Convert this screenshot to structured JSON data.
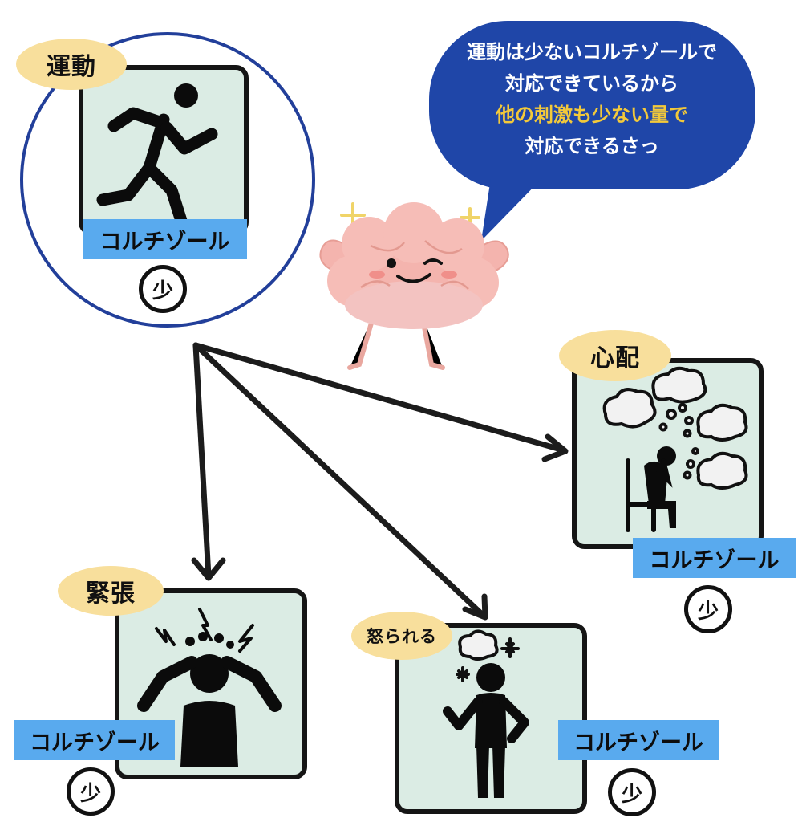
{
  "colors": {
    "card_bg": "#dbece4",
    "label_bg": "#59aaee",
    "tag_bg": "#f8df9c",
    "bubble_bg": "#1f46a8",
    "highlight_text": "#f3c93a",
    "circle_outline": "#223f9a",
    "brain_pink": "#f4b4ae"
  },
  "speech_bubble": {
    "line1": "運動は少ないコルチゾールで",
    "line2": "対応できているから",
    "line3": "他の刺激も少ない量で",
    "line4": "対応できるさっ"
  },
  "exercise": {
    "tag": "運動",
    "icon": "running-person-icon",
    "label": "コルチゾール",
    "badge": "少"
  },
  "worry": {
    "tag": "心配",
    "icon": "worried-person-icon",
    "label": "コルチゾール",
    "badge": "少"
  },
  "tension": {
    "tag": "緊張",
    "icon": "stressed-person-icon",
    "label": "コルチゾール",
    "badge": "少"
  },
  "scolded": {
    "tag": "怒られる",
    "icon": "scolded-person-icon",
    "label": "コルチゾール",
    "badge": "少"
  },
  "mascot": {
    "icon": "brain-mascot-icon"
  }
}
